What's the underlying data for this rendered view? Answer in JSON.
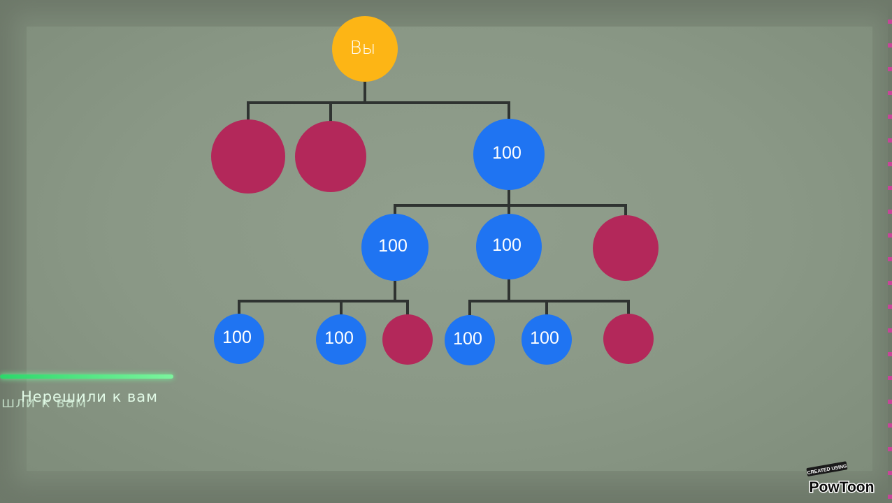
{
  "colors": {
    "root": "#fdb515",
    "blue": "#1f74f2",
    "red": "#b3285a",
    "connector": "#2f3331"
  },
  "nodes": [
    {
      "id": "root",
      "label": "Вы",
      "color": "root"
    },
    {
      "id": "l1a",
      "label": "",
      "color": "red"
    },
    {
      "id": "l1b",
      "label": "",
      "color": "red"
    },
    {
      "id": "l1c",
      "label": "100",
      "color": "blue"
    },
    {
      "id": "l2a",
      "label": "100",
      "color": "blue"
    },
    {
      "id": "l2b",
      "label": "100",
      "color": "blue"
    },
    {
      "id": "l2c",
      "label": "",
      "color": "red"
    },
    {
      "id": "l3a",
      "label": "100",
      "color": "blue"
    },
    {
      "id": "l3b",
      "label": "100",
      "color": "blue"
    },
    {
      "id": "l3c",
      "label": "",
      "color": "red"
    },
    {
      "id": "l3d",
      "label": "100",
      "color": "blue"
    },
    {
      "id": "l3e",
      "label": "100",
      "color": "blue"
    },
    {
      "id": "l3f",
      "label": "",
      "color": "red"
    }
  ],
  "edges": [
    [
      "root",
      "l1a"
    ],
    [
      "root",
      "l1b"
    ],
    [
      "root",
      "l1c"
    ],
    [
      "l1c",
      "l2a"
    ],
    [
      "l1c",
      "l2b"
    ],
    [
      "l1c",
      "l2c"
    ],
    [
      "l2a",
      "l3a"
    ],
    [
      "l2a",
      "l3b"
    ],
    [
      "l2a",
      "l3c"
    ],
    [
      "l2b",
      "l3d"
    ],
    [
      "l2b",
      "l3e"
    ],
    [
      "l2b",
      "l3f"
    ]
  ],
  "caption": {
    "text": "Нерешили к вам",
    "ghost_text": "шли к вам"
  },
  "watermark": {
    "small_text": "CREATED USING",
    "brand": "PowToon"
  }
}
